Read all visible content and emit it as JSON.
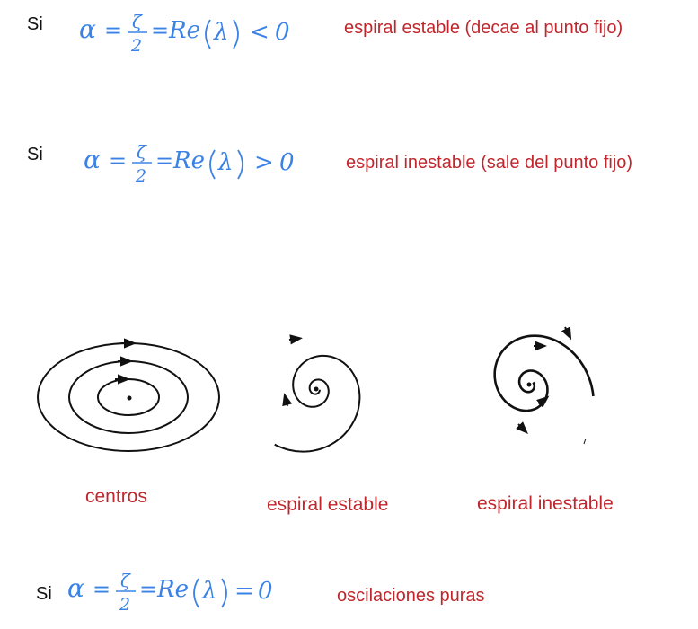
{
  "colors": {
    "equation": "#3b82e6",
    "description": "#c0272d",
    "label": "#111111",
    "curve": "#111111"
  },
  "equation_parts": {
    "alpha": "α",
    "equals": "=",
    "zeta": "ζ",
    "two": "2",
    "re": "Re",
    "lambda": "λ",
    "zero": "0"
  },
  "rows": [
    {
      "prefix": "Si",
      "relation": "<",
      "description": "espiral estable (decae al punto fijo)"
    },
    {
      "prefix": "Si",
      "relation": ">",
      "description": "espiral inestable (sale del punto fijo)"
    },
    {
      "prefix": "Si",
      "relation": "=",
      "description": "oscilaciones puras"
    }
  ],
  "diagrams": [
    {
      "icon": "concentric-ellipses-icon",
      "caption": "centros"
    },
    {
      "icon": "inward-spiral-icon",
      "caption": "espiral estable"
    },
    {
      "icon": "outward-spiral-icon",
      "caption": "espiral inestable"
    }
  ]
}
